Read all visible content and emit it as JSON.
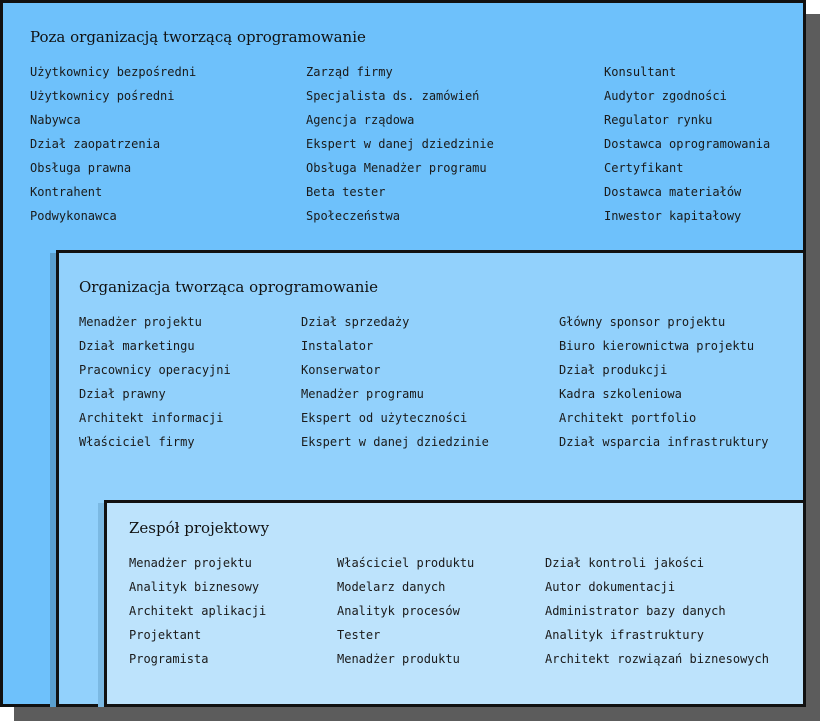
{
  "groups": {
    "outer": {
      "title": "Poza organizacją tworzącą oprogramowanie",
      "columns": [
        [
          "Użytkownicy bezpośredni",
          "Użytkownicy pośredni",
          "Nabywca",
          "Dział zaopatrzenia",
          "Obsługa prawna",
          "Kontrahent",
          "Podwykonawca"
        ],
        [
          "Zarząd firmy",
          "Specjalista ds. zamówień",
          "Agencja rządowa",
          "Ekspert w danej dziedzinie",
          "Obsługa Menadżer programu",
          "Beta tester",
          "Społeczeństwa"
        ],
        [
          "Konsultant",
          "Audytor zgodności",
          "Regulator rynku",
          "Dostawca oprogramowania",
          "Certyfikant",
          "Dostawca materiałów",
          "Inwestor kapitałowy"
        ]
      ]
    },
    "middle": {
      "title": "Organizacja tworząca oprogramowanie",
      "columns": [
        [
          "Menadżer projektu",
          "Dział marketingu",
          "Pracownicy operacyjni",
          "Dział prawny",
          "Architekt informacji",
          "Właściciel firmy"
        ],
        [
          "Dział sprzedaży",
          "Instalator",
          "Konserwator",
          "Menadżer programu",
          "Ekspert od użyteczności",
          "Ekspert w danej dziedzinie"
        ],
        [
          "Główny sponsor projektu",
          "Biuro kierownictwa projektu",
          "Dział produkcji",
          "Kadra szkoleniowa",
          "Architekt portfolio",
          "Dział wsparcia infrastruktury"
        ]
      ]
    },
    "inner": {
      "title": "Zespół projektowy",
      "columns": [
        [
          "Menadżer projektu",
          "Analityk biznesowy",
          "Architekt aplikacji",
          "Projektant",
          "Programista"
        ],
        [
          "Właściciel produktu",
          "Modelarz danych",
          "Analityk procesów",
          "Tester",
          "Menadżer produktu"
        ],
        [
          "Dział kontroli jakości",
          "Autor dokumentacji",
          "Administrator bazy danych",
          "Analityk ifrastruktury",
          "Architekt rozwiązań biznesowych"
        ]
      ]
    }
  },
  "colors": {
    "outer_fill": "#6ec1fb",
    "middle_fill": "#92d1fc",
    "inner_fill": "#bde3fc",
    "border": "#111111",
    "shadow": "#5c5c5c"
  }
}
